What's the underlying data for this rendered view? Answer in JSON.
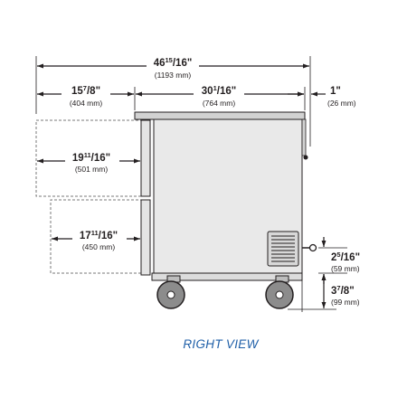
{
  "diagram": {
    "caption": "RIGHT VIEW",
    "colors": {
      "line": "#231f20",
      "cabinet_fill": "#e9e9e9",
      "top_fill": "#d2d2d2",
      "caption": "#1f5fa8",
      "drawer_outline": "#7a7a7a"
    },
    "dimensions": {
      "overall_width": {
        "whole": "46",
        "num": "15",
        "den": "16",
        "unit": "\"",
        "mm": "(1193 mm)"
      },
      "drawer_extension": {
        "whole": "15",
        "num": "7",
        "den": "8",
        "unit": "\"",
        "mm": "(404 mm)"
      },
      "cabinet_depth": {
        "whole": "30",
        "num": "1",
        "den": "16",
        "unit": "\"",
        "mm": "(764 mm)"
      },
      "rear_offset": {
        "whole": "1",
        "unit": "\"",
        "mm": "(26 mm)"
      },
      "upper_drawer_open": {
        "whole": "19",
        "num": "11",
        "den": "16",
        "unit": "\"",
        "mm": "(501 mm)"
      },
      "lower_drawer_open": {
        "whole": "17",
        "num": "11",
        "den": "16",
        "unit": "\"",
        "mm": "(450 mm)"
      },
      "cord_height": {
        "whole": "2",
        "num": "5",
        "den": "16",
        "unit": "\"",
        "mm": "(59 mm)"
      },
      "caster_height": {
        "whole": "3",
        "num": "7",
        "den": "8",
        "unit": "\"",
        "mm": "(99 mm)"
      }
    }
  }
}
